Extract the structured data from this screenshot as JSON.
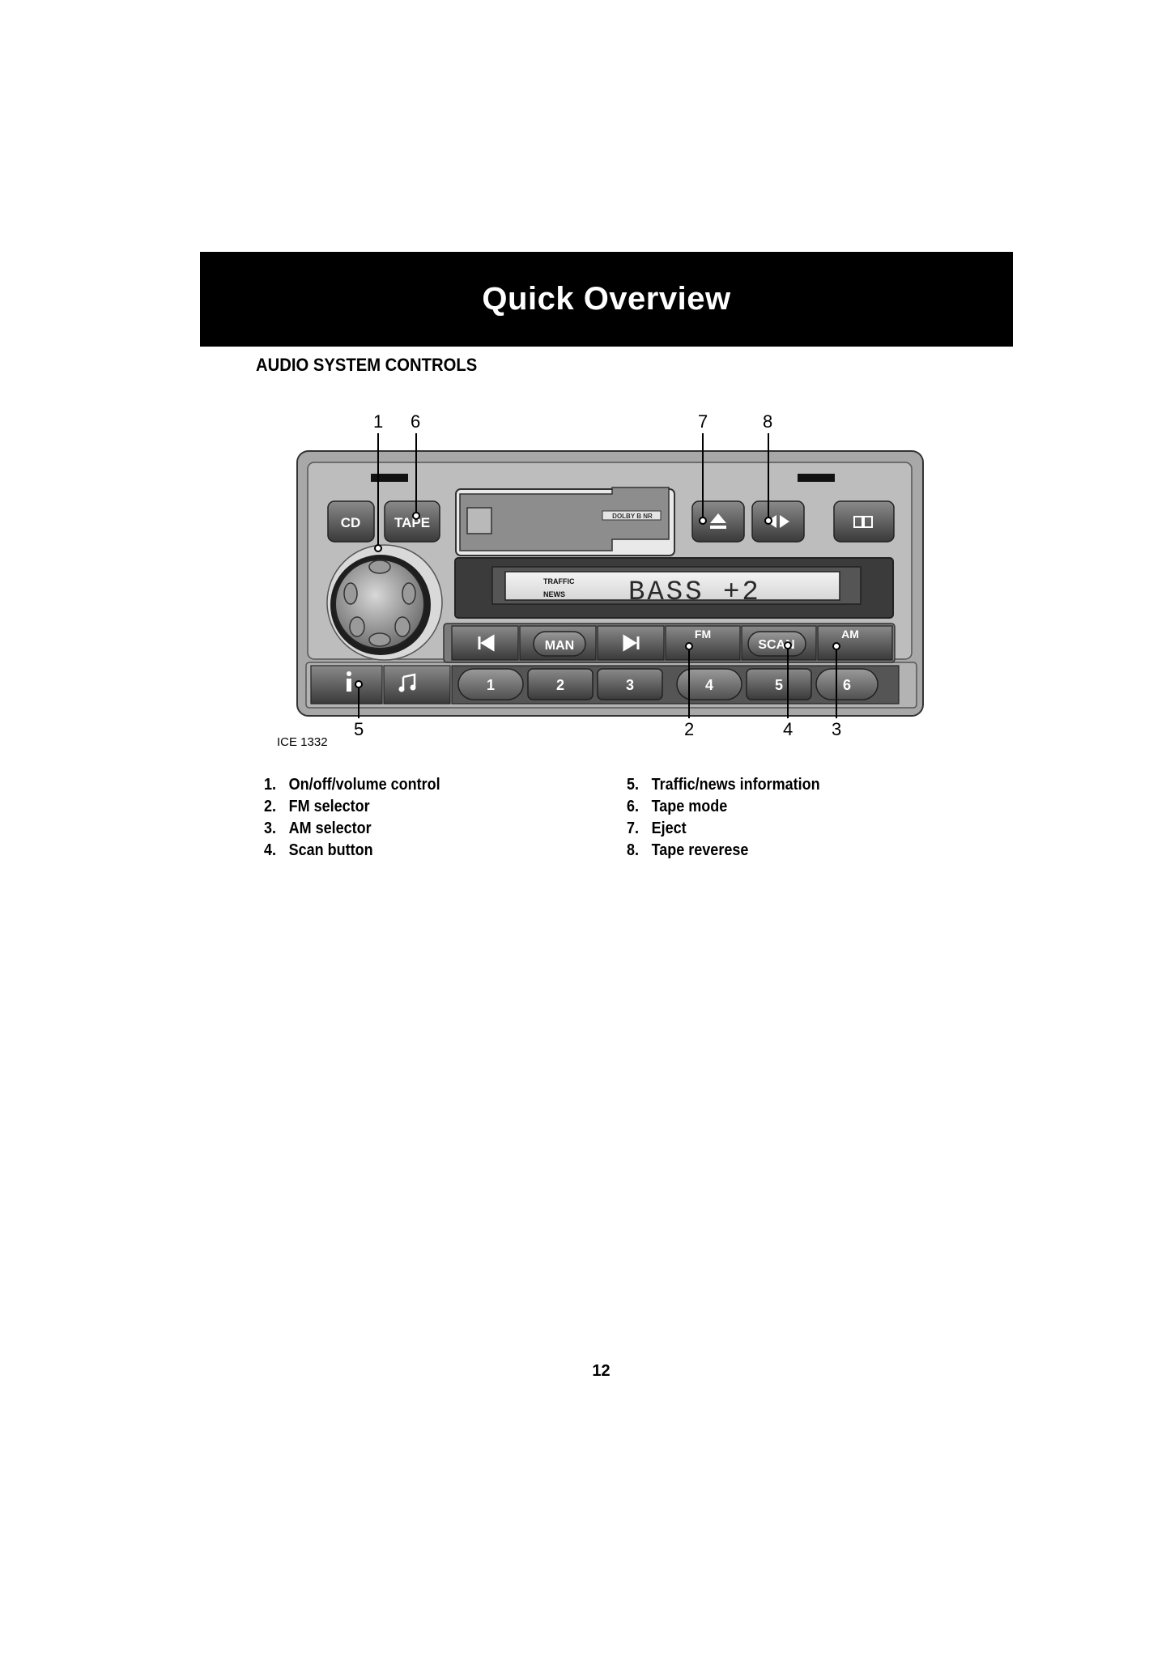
{
  "header": {
    "title": "Quick Overview"
  },
  "section": {
    "title": "AUDIO SYSTEM CONTROLS"
  },
  "figure": {
    "id_label": "ICE 1332",
    "display": {
      "traffic": "TRAFFIC",
      "news": "NEWS",
      "text": "BASS +2"
    },
    "cassette_badge": "DOLBY B NR",
    "buttons": {
      "cd": "CD",
      "tape": "TAPE",
      "man": "MAN",
      "fm": "FM",
      "scan": "SCAN",
      "am": "AM",
      "preset_1": "1",
      "preset_2": "2",
      "preset_3": "3",
      "preset_4": "4",
      "preset_5": "5",
      "preset_6": "6"
    },
    "callouts": {
      "c1": "1",
      "c6": "6",
      "c7": "7",
      "c8": "8",
      "c5": "5",
      "c2": "2",
      "c4": "4",
      "c3": "3"
    }
  },
  "legend": {
    "left": [
      {
        "num": "1.",
        "text": "On/off/volume control"
      },
      {
        "num": "2.",
        "text": "FM selector"
      },
      {
        "num": "3.",
        "text": "AM selector"
      },
      {
        "num": "4.",
        "text": "Scan button"
      }
    ],
    "right": [
      {
        "num": "5.",
        "text": "Traffic/news information"
      },
      {
        "num": "6.",
        "text": "Tape mode"
      },
      {
        "num": "7.",
        "text": "Eject"
      },
      {
        "num": "8.",
        "text": "Tape reverese"
      }
    ]
  },
  "footer": {
    "page_number": "12"
  }
}
